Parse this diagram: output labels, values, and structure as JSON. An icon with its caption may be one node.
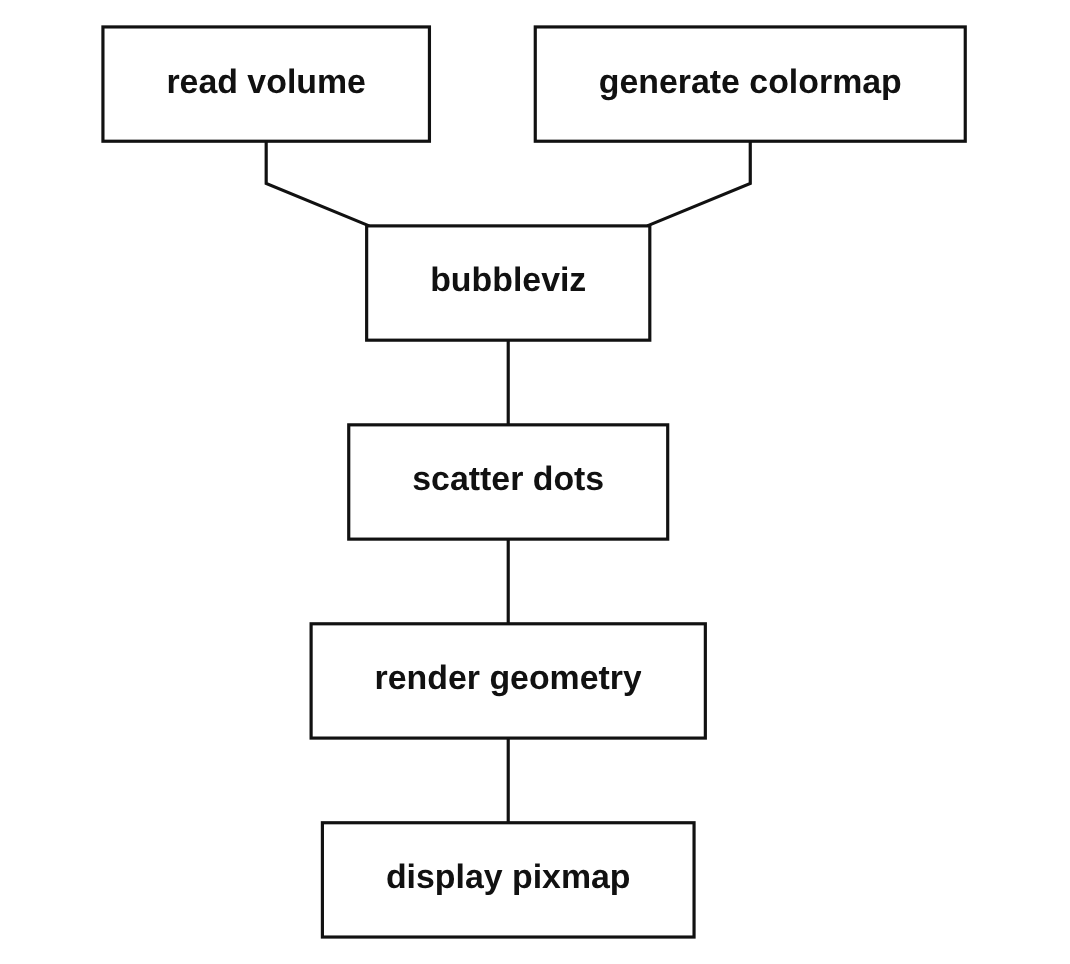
{
  "diagram": {
    "nodes": [
      {
        "text": [
          "read volume"
        ]
      },
      {
        "text": [
          "generate colormap"
        ]
      },
      {
        "text": [
          "bubbleviz"
        ]
      },
      {
        "text": [
          "scatter dots"
        ]
      },
      {
        "text": [
          "render geometry"
        ]
      },
      {
        "text": [
          "display pixmap"
        ]
      }
    ],
    "edges": [
      {
        "from": 0,
        "to": 2,
        "arrow": "none"
      },
      {
        "from": 1,
        "to": 2,
        "arrow": "none"
      },
      {
        "from": 2,
        "to": 3,
        "arrow": "none"
      },
      {
        "from": 3,
        "to": 4,
        "arrow": "none"
      },
      {
        "from": 4,
        "to": 5,
        "arrow": "none"
      }
    ]
  }
}
